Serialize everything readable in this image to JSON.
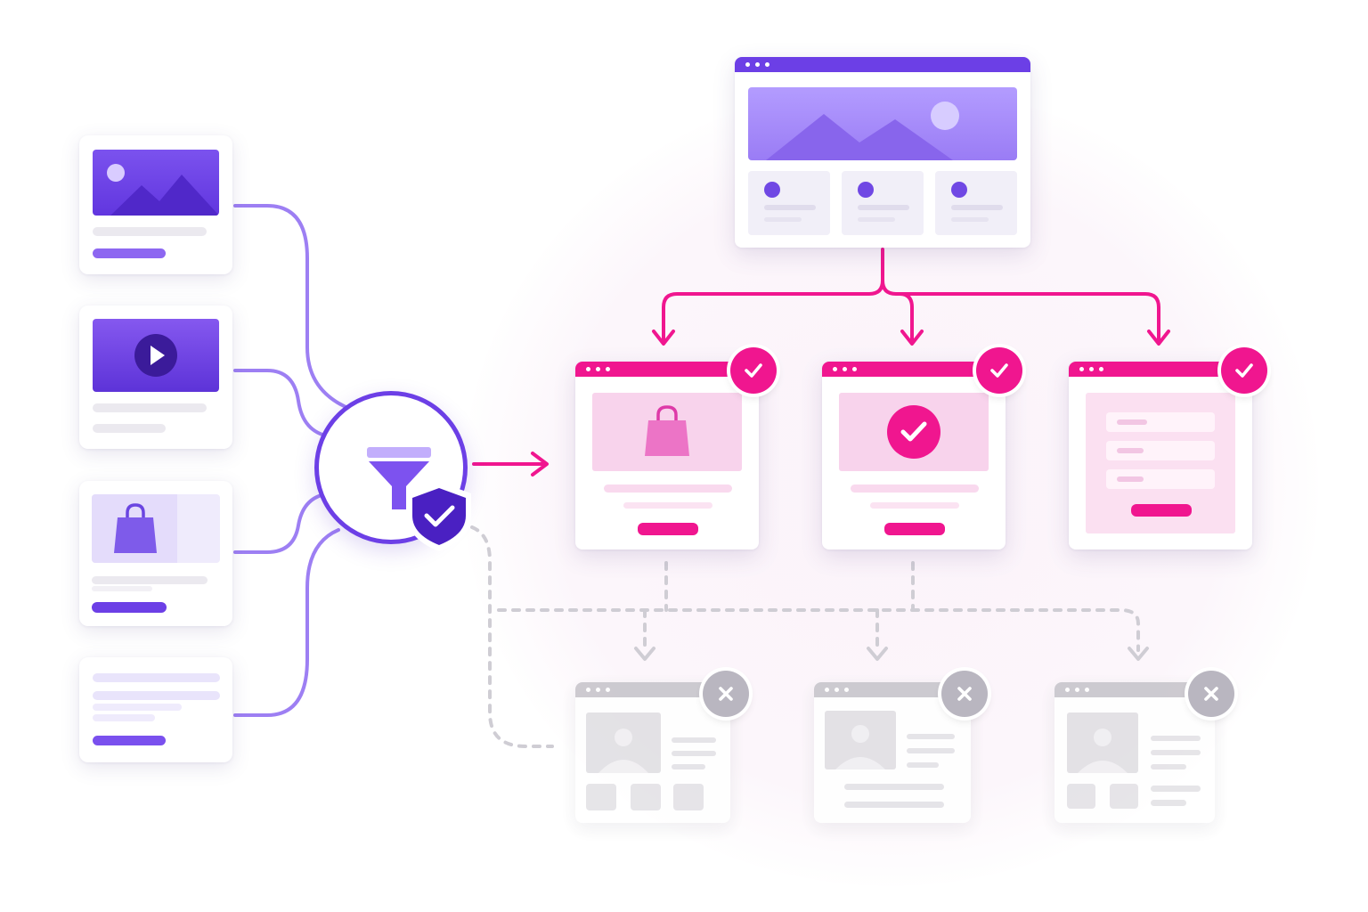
{
  "colors": {
    "primary_purple": "#6c3fe6",
    "light_purple": "#a689ff",
    "accent_pink": "#f0168f",
    "approved_pink_light": "#f8d3ec",
    "rejected_gray": "#b9b6c0",
    "connector_purple": "#9d7ff3",
    "dashed_gray": "#cfcdd4"
  },
  "icons": {
    "filter": "funnel-icon",
    "security": "shield-check-icon",
    "approved": "check-icon",
    "rejected": "close-icon",
    "image": "image-icon",
    "video": "play-icon",
    "shopping": "shopping-bag-icon"
  },
  "input_items": [
    {
      "type": "image"
    },
    {
      "type": "video"
    },
    {
      "type": "product"
    },
    {
      "type": "text"
    }
  ],
  "approved_outputs": [
    {
      "type": "product",
      "status": "approved"
    },
    {
      "type": "confirmation",
      "status": "approved"
    },
    {
      "type": "form",
      "status": "approved"
    }
  ],
  "rejected_outputs": [
    {
      "type": "gallery",
      "status": "rejected"
    },
    {
      "type": "article",
      "status": "rejected"
    },
    {
      "type": "article",
      "status": "rejected"
    }
  ]
}
